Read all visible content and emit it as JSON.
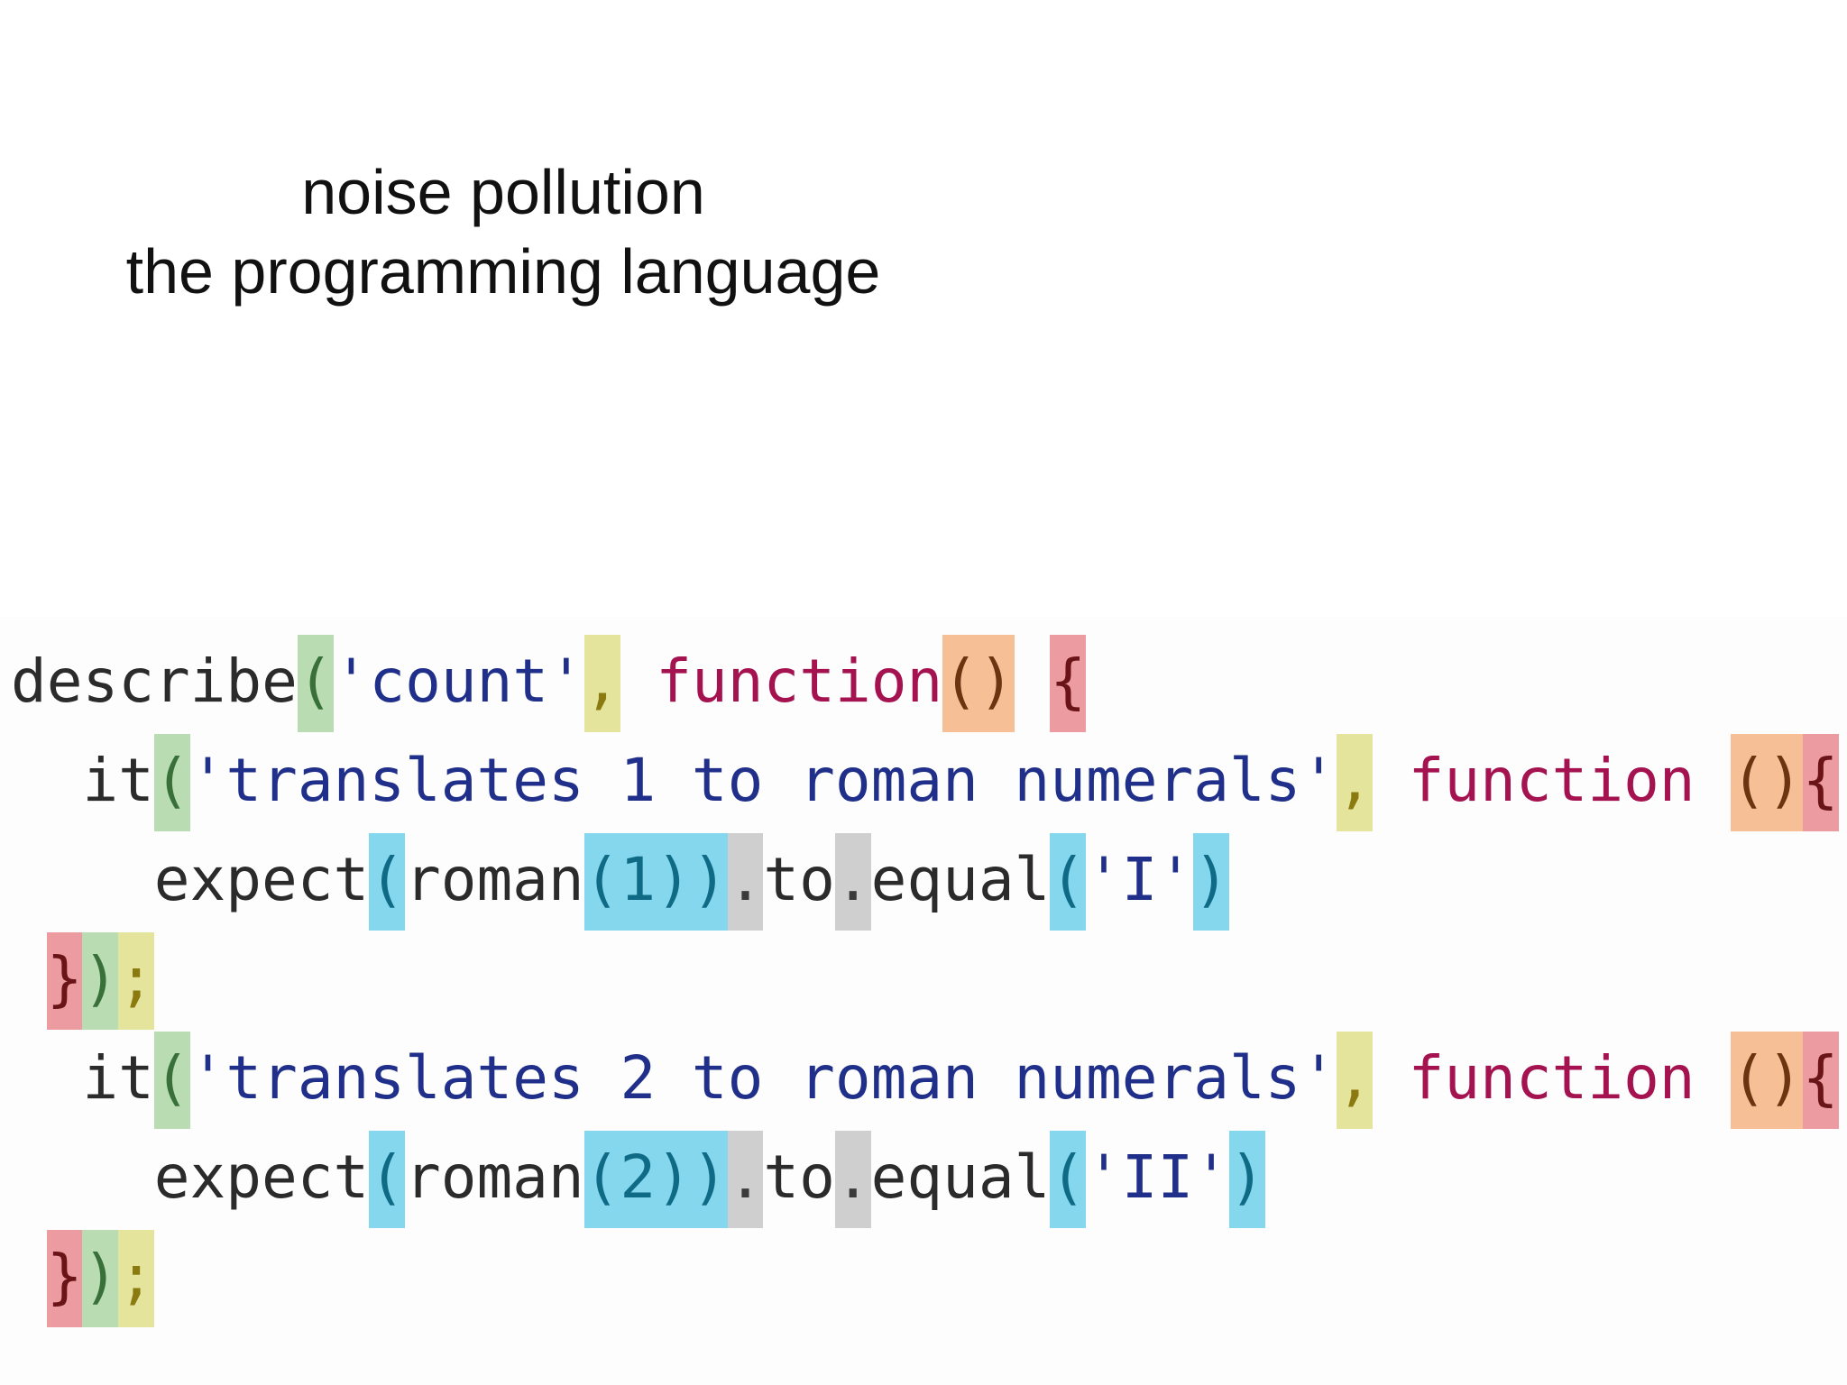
{
  "title": {
    "line1": "noise pollution",
    "line2": "the programming language"
  },
  "code": [
    {
      "indent": 0,
      "tokens": [
        {
          "t": "describe",
          "cls": "c-id"
        },
        {
          "t": "(",
          "hl": "g"
        },
        {
          "t": "'count'",
          "cls": "c-str"
        },
        {
          "t": ",",
          "hl": "y"
        },
        {
          "t": " ",
          "cls": "c-pun"
        },
        {
          "t": "function",
          "cls": "c-kw"
        },
        {
          "t": "()",
          "hl": "o"
        },
        {
          "t": " ",
          "cls": "c-pun"
        },
        {
          "t": "{",
          "hl": "r"
        }
      ]
    },
    {
      "indent": 2,
      "tokens": [
        {
          "t": "it",
          "cls": "c-id"
        },
        {
          "t": "(",
          "hl": "g"
        },
        {
          "t": "'translates 1 to roman numerals'",
          "cls": "c-str"
        },
        {
          "t": ",",
          "hl": "y"
        },
        {
          "t": " ",
          "cls": "c-pun"
        },
        {
          "t": "function",
          "cls": "c-kw"
        },
        {
          "t": " ",
          "cls": "c-pun"
        },
        {
          "t": "()",
          "hl": "o"
        },
        {
          "t": "{",
          "hl": "r"
        }
      ]
    },
    {
      "indent": 4,
      "tokens": [
        {
          "t": "expect",
          "cls": "c-id"
        },
        {
          "t": "(",
          "hl": "b"
        },
        {
          "t": "roman",
          "cls": "c-id"
        },
        {
          "t": "(",
          "hl": "b"
        },
        {
          "t": "1",
          "cls": "c-num",
          "hl": "b"
        },
        {
          "t": "))",
          "hl": "b"
        },
        {
          "t": ".",
          "hl": "gr"
        },
        {
          "t": "to",
          "cls": "c-id"
        },
        {
          "t": ".",
          "hl": "gr"
        },
        {
          "t": "equal",
          "cls": "c-id"
        },
        {
          "t": "(",
          "hl": "b"
        },
        {
          "t": "'I'",
          "cls": "c-str"
        },
        {
          "t": ")",
          "hl": "b"
        }
      ]
    },
    {
      "indent": 1,
      "tokens": [
        {
          "t": "}",
          "hl": "r"
        },
        {
          "t": ")",
          "hl": "g"
        },
        {
          "t": ";",
          "hl": "y"
        }
      ]
    },
    {
      "indent": 2,
      "tokens": [
        {
          "t": "it",
          "cls": "c-id"
        },
        {
          "t": "(",
          "hl": "g"
        },
        {
          "t": "'translates 2 to roman numerals'",
          "cls": "c-str"
        },
        {
          "t": ",",
          "hl": "y"
        },
        {
          "t": " ",
          "cls": "c-pun"
        },
        {
          "t": "function",
          "cls": "c-kw"
        },
        {
          "t": " ",
          "cls": "c-pun"
        },
        {
          "t": "()",
          "hl": "o"
        },
        {
          "t": "{",
          "hl": "r"
        }
      ]
    },
    {
      "indent": 4,
      "tokens": [
        {
          "t": "expect",
          "cls": "c-id"
        },
        {
          "t": "(",
          "hl": "b"
        },
        {
          "t": "roman",
          "cls": "c-id"
        },
        {
          "t": "(",
          "hl": "b"
        },
        {
          "t": "2",
          "cls": "c-num",
          "hl": "b"
        },
        {
          "t": "))",
          "hl": "b"
        },
        {
          "t": ".",
          "hl": "gr"
        },
        {
          "t": "to",
          "cls": "c-id"
        },
        {
          "t": ".",
          "hl": "gr"
        },
        {
          "t": "equal",
          "cls": "c-id"
        },
        {
          "t": "(",
          "hl": "b"
        },
        {
          "t": "'II'",
          "cls": "c-str"
        },
        {
          "t": ")",
          "hl": "b"
        }
      ]
    },
    {
      "indent": 1,
      "tokens": [
        {
          "t": "}",
          "hl": "r"
        },
        {
          "t": ")",
          "hl": "g"
        },
        {
          "t": ";",
          "hl": "y"
        }
      ]
    }
  ],
  "highlight_colors": {
    "g": "#b9dcb2",
    "y": "#e4e49c",
    "o": "#f7bf95",
    "r": "#ec9ca0",
    "b": "#84d7ec",
    "gr": "#cfcfcf"
  }
}
